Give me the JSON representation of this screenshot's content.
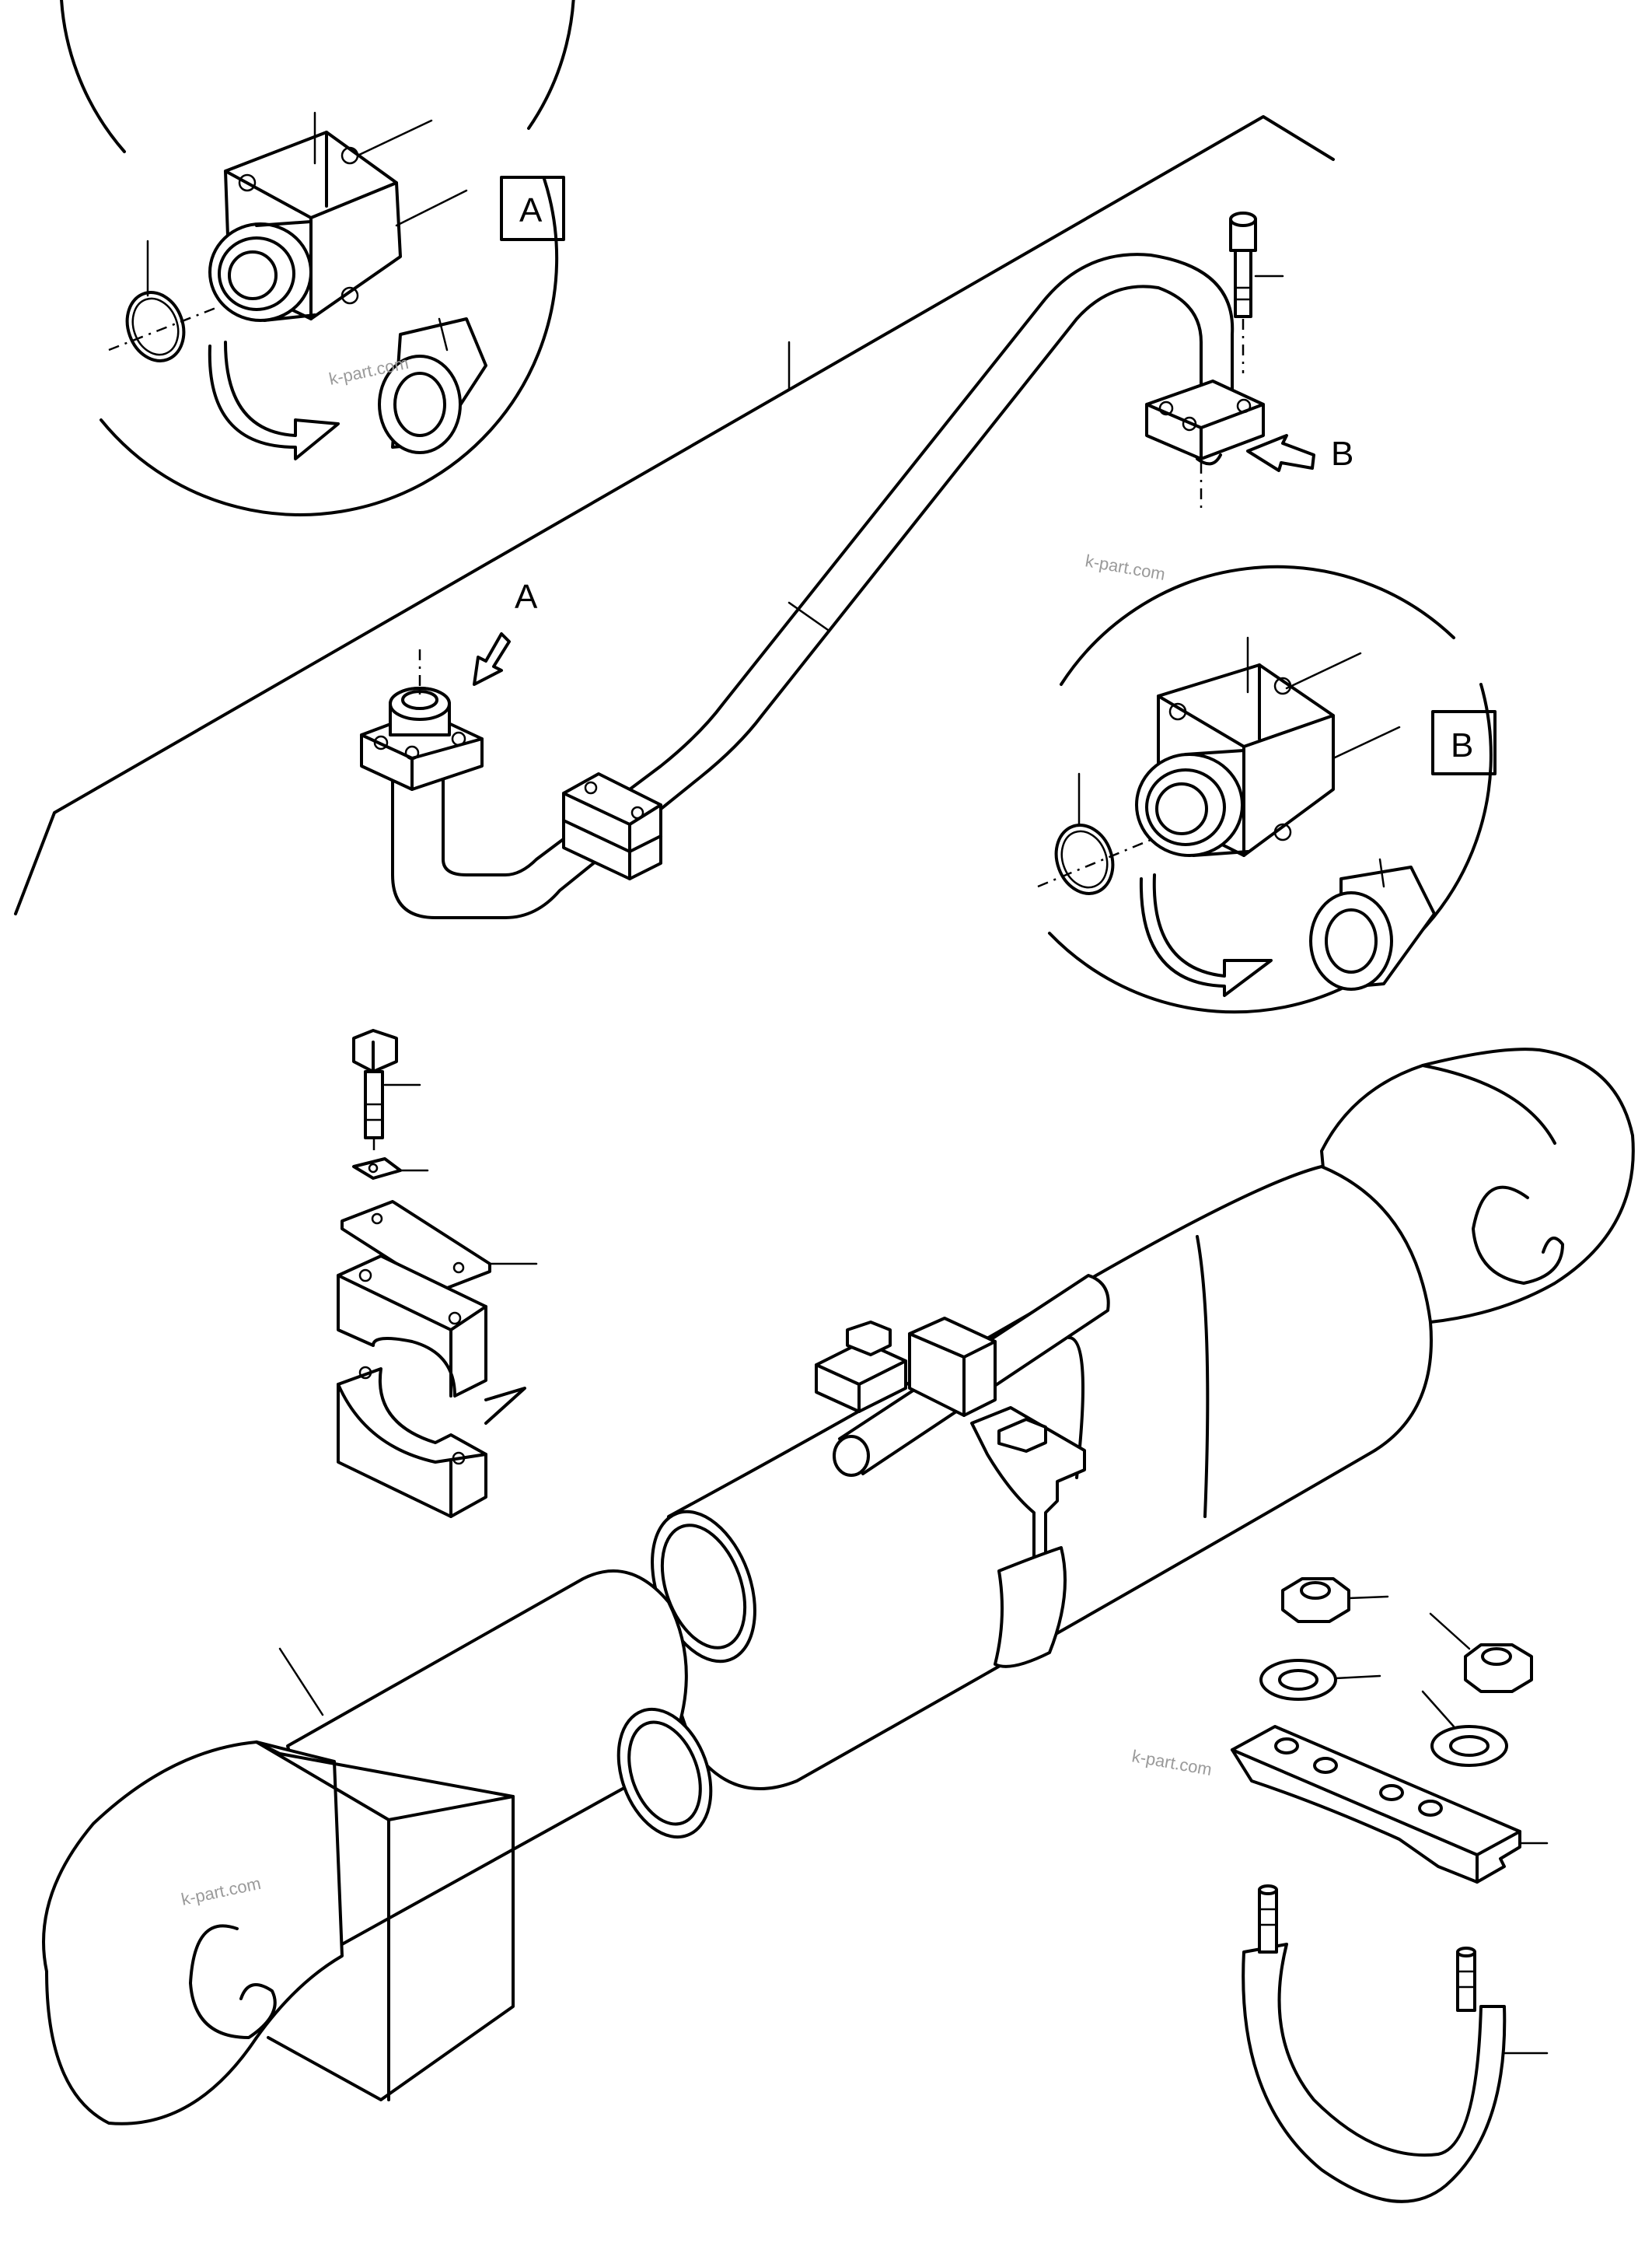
{
  "callouts": {
    "inset_a_label": "A",
    "inset_b_label": "B",
    "pipe_a_label": "A",
    "pipe_b_label": "B"
  },
  "watermarks": [
    "k-part.com",
    "k-part.com",
    "k-part.com",
    "k-part.com"
  ],
  "colors": {
    "line": "#000000",
    "background": "#ffffff",
    "watermark": "#9a9a9a"
  }
}
